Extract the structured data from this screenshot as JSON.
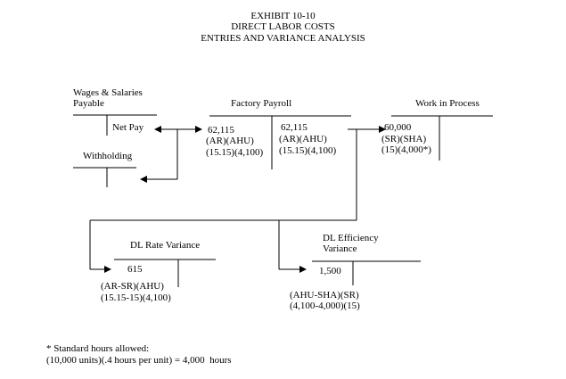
{
  "exhibit": {
    "line1": "EXHIBIT 10-10",
    "line2": "DIRECT LABOR  COSTS",
    "line3": "ENTRIES AND VARIANCE  ANALYSIS"
  },
  "accounts": {
    "wages": {
      "title1": "Wages & Salaries",
      "title2": "Payable",
      "credit1": "Net Pay",
      "credit2": "Withholding"
    },
    "payroll": {
      "title": "Factory Payroll",
      "debit": [
        "62,115",
        "(AR)(AHU)",
        "(15.15)(4,100)"
      ],
      "credit": [
        "62,115",
        "(AR)(AHU)",
        "(15.15)(4,100)"
      ]
    },
    "wip": {
      "title": "Work in Process",
      "debit": [
        "60,000",
        "(SR)(SHA)",
        "(15)(4,000*)"
      ]
    },
    "rate_variance": {
      "title": "DL Rate Variance",
      "debit": "615",
      "formula1": "(AR-SR)(AHU)",
      "formula2": "(15.15-15)(4,100)"
    },
    "efficiency_variance": {
      "title1": "DL Efficiency",
      "title2": "Variance",
      "debit": "1,500",
      "formula1": "(AHU-SHA)(SR)",
      "formula2": "(4,100-4,000)(15)"
    }
  },
  "footnote": {
    "line1": "* Standard hours allowed:",
    "line2": "(10,000 units)(.4 hours per unit) = 4,000  hours"
  }
}
